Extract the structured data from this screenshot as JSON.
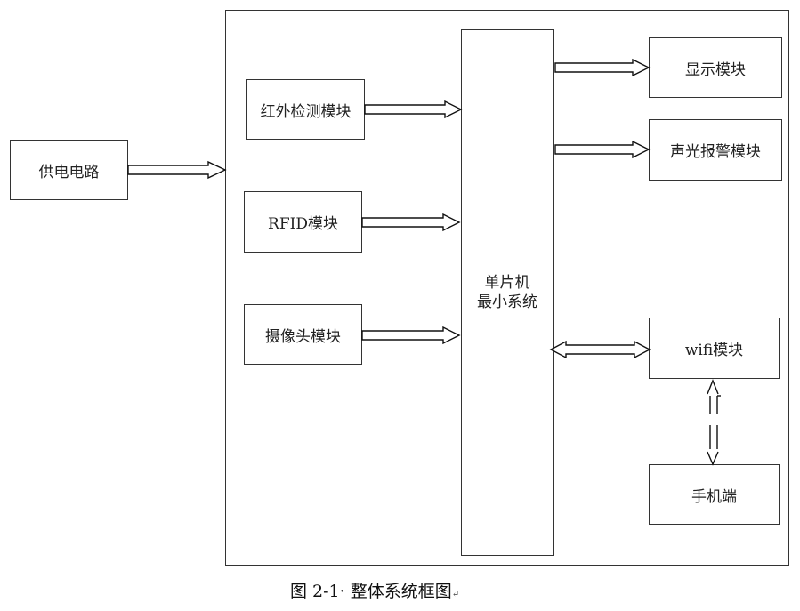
{
  "diagram": {
    "title": "整体系统框图",
    "nodes": {
      "power": {
        "label": "供电电路"
      },
      "infrared": {
        "label": "红外检测模块"
      },
      "rfid": {
        "label": "RFID模块"
      },
      "camera": {
        "label": "摄像头模块"
      },
      "mcu": {
        "label_line1": "单片机",
        "label_line2": "最小系统"
      },
      "display": {
        "label": "显示模块"
      },
      "alarm": {
        "label": "声光报警模块"
      },
      "wifi": {
        "label": "wifi模块"
      },
      "phone": {
        "label": "手机端"
      }
    },
    "edges": [
      {
        "from": "power",
        "to": "system",
        "type": "hollow-arrow"
      },
      {
        "from": "infrared",
        "to": "mcu",
        "type": "hollow-arrow"
      },
      {
        "from": "rfid",
        "to": "mcu",
        "type": "hollow-arrow"
      },
      {
        "from": "camera",
        "to": "mcu",
        "type": "hollow-arrow"
      },
      {
        "from": "mcu",
        "to": "display",
        "type": "hollow-arrow"
      },
      {
        "from": "mcu",
        "to": "alarm",
        "type": "hollow-arrow"
      },
      {
        "from": "mcu",
        "to": "wifi",
        "type": "hollow-bidirectional"
      },
      {
        "from": "wifi",
        "to": "phone",
        "type": "dashed-bidirectional"
      }
    ]
  },
  "caption": {
    "text": "图 2-1· 整体系统框图",
    "mark": "↵"
  }
}
